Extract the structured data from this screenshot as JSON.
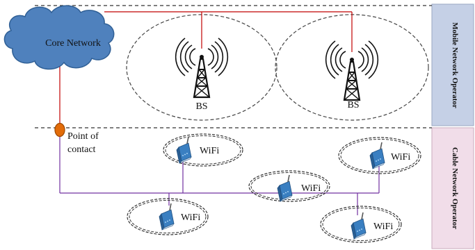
{
  "colors": {
    "cloud_fill": "#4f81bd",
    "cloud_stroke": "#2f5f95",
    "mobile_panel": "#c5d0e6",
    "cable_panel": "#f1dde9",
    "mobile_link": "#c00000",
    "cable_link": "#7030a0",
    "contact_point": "#e36c09",
    "router": "#3a7fc1"
  },
  "core_network": {
    "label": "Core Network",
    "icon": "cloud-icon"
  },
  "base_stations": [
    {
      "label": "BS",
      "icon": "radio-tower-icon"
    },
    {
      "label": "BS",
      "icon": "radio-tower-icon"
    }
  ],
  "point_of_contact": {
    "label_line1": "Point of",
    "label_line2": "contact",
    "icon": "contact-point-icon"
  },
  "wifi_nodes": [
    {
      "label": "WiFi",
      "icon": "wifi-router-icon"
    },
    {
      "label": "WiFi",
      "icon": "wifi-router-icon"
    },
    {
      "label": "WiFi",
      "icon": "wifi-router-icon"
    },
    {
      "label": "WiFi",
      "icon": "wifi-router-icon"
    },
    {
      "label": "WiFi",
      "icon": "wifi-router-icon"
    }
  ],
  "sidebar": {
    "mobile_operator": "Mobile Network Operator",
    "cable_operator": "Cable Network Operator"
  }
}
